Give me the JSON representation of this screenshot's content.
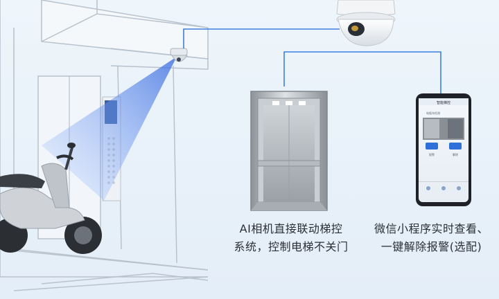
{
  "phone": {
    "app_title": "智能梯控",
    "status_text": "电瓶车检测",
    "btn_a": "报警",
    "btn_b": "解除"
  },
  "captions": {
    "left_line1": "AI相机直接联动梯控",
    "left_line2": "系统，控制电梯不关门",
    "right_line1": "微信小程序实时查看、",
    "right_line2": "一键解除报警(选配)"
  },
  "colors": {
    "connector": "#3b7ee0",
    "camera_beam": "#4a7fe6",
    "text": "#2a2f36"
  }
}
